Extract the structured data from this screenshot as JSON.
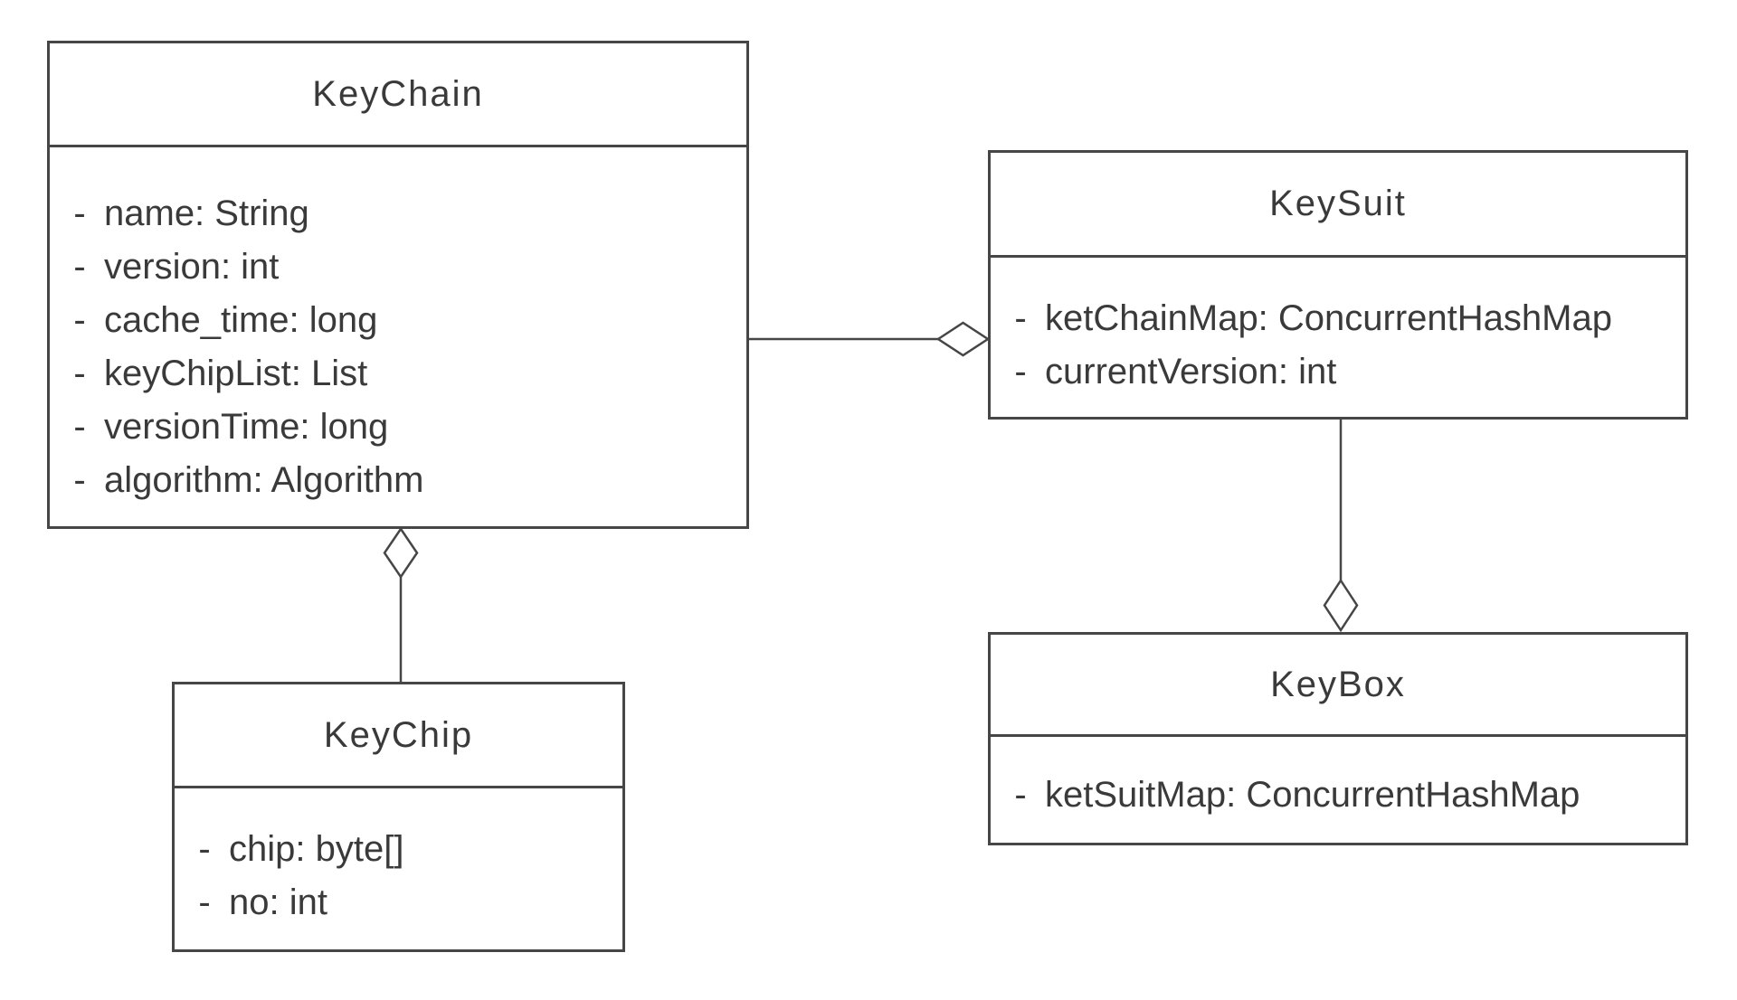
{
  "diagram": {
    "type": "uml-class-diagram",
    "background_color": "#ffffff",
    "stroke_color": "#464646",
    "text_color": "#3a3a3a",
    "classes": [
      {
        "name": "KeyChain",
        "attributes": [
          {
            "visibility": "-",
            "text": "name: String"
          },
          {
            "visibility": "-",
            "text": "version: int"
          },
          {
            "visibility": "-",
            "text": "cache_time: long"
          },
          {
            "visibility": "-",
            "text": "keyChipList: List"
          },
          {
            "visibility": "-",
            "text": "versionTime: long"
          },
          {
            "visibility": "-",
            "text": "algorithm: Algorithm"
          }
        ]
      },
      {
        "name": "KeySuit",
        "attributes": [
          {
            "visibility": "-",
            "text": "ketChainMap: ConcurrentHashMap"
          },
          {
            "visibility": "-",
            "text": "currentVersion: int"
          }
        ]
      },
      {
        "name": "KeyChip",
        "attributes": [
          {
            "visibility": "-",
            "text": "chip: byte[]"
          },
          {
            "visibility": "-",
            "text": "no: int"
          }
        ]
      },
      {
        "name": "KeyBox",
        "attributes": [
          {
            "visibility": "-",
            "text": "ketSuitMap: ConcurrentHashMap"
          }
        ]
      }
    ],
    "relationships": [
      {
        "from": "KeyChain",
        "to": "KeySuit",
        "type": "aggregation",
        "diamond_at": "KeySuit",
        "orientation": "horizontal"
      },
      {
        "from": "KeyChip",
        "to": "KeyChain",
        "type": "aggregation",
        "diamond_at": "KeyChain",
        "orientation": "vertical"
      },
      {
        "from": "KeySuit",
        "to": "KeyBox",
        "type": "aggregation",
        "diamond_at": "KeyBox",
        "orientation": "vertical"
      }
    ]
  }
}
